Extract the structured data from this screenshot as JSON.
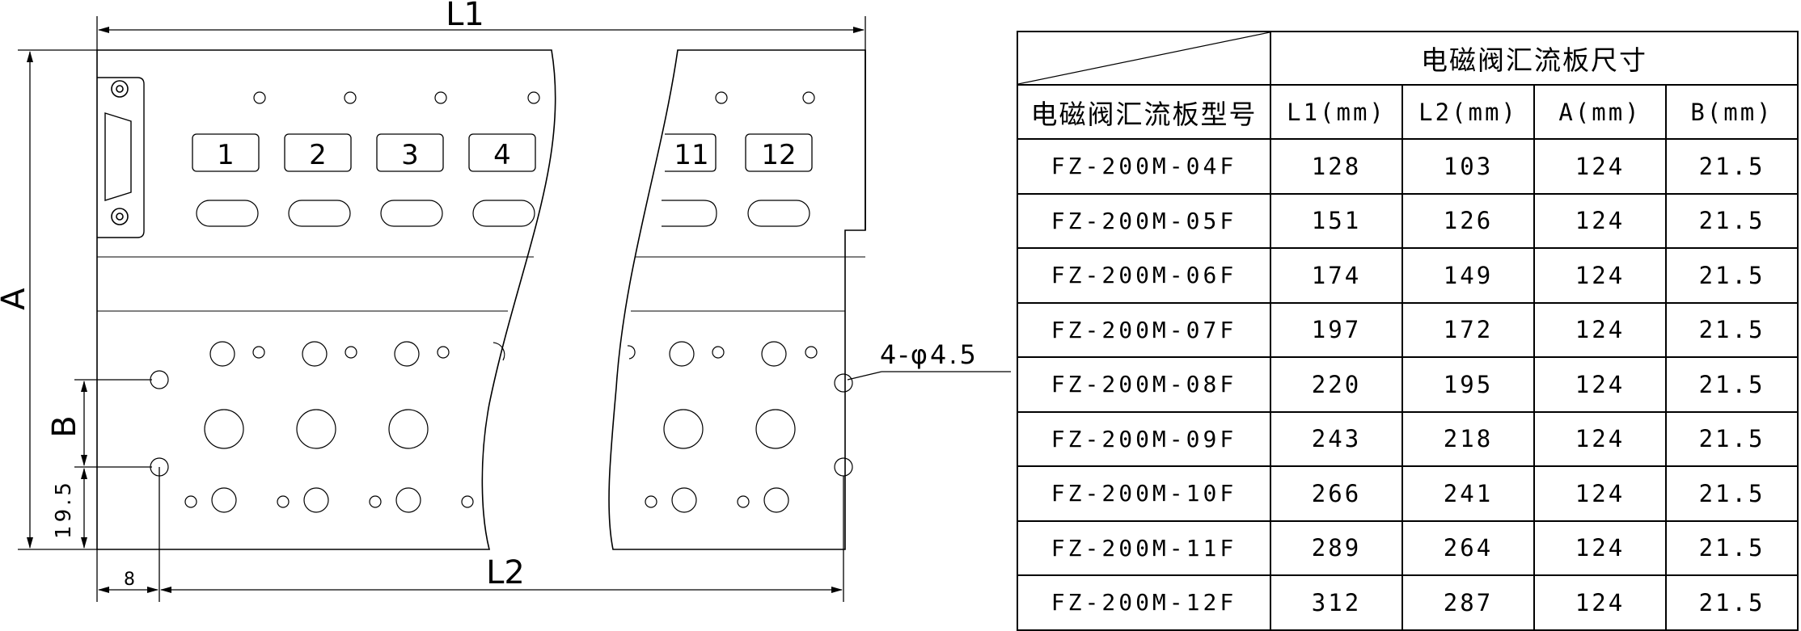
{
  "drawing": {
    "dim_L1": "L1",
    "dim_L2": "L2",
    "dim_A": "A",
    "dim_B": "B",
    "dim_19_5": "19.5",
    "dim_8": "8",
    "hole_note": "4-φ4.5",
    "station_labels": [
      "1",
      "2",
      "3",
      "4",
      "11",
      "12"
    ]
  },
  "table": {
    "title": "电磁阀汇流板尺寸",
    "row_header": "电磁阀汇流板型号",
    "columns": [
      "L1(mm)",
      "L2(mm)",
      "A(mm)",
      "B(mm)"
    ],
    "rows": [
      {
        "model": "FZ-200M-04F",
        "L1": "128",
        "L2": "103",
        "A": "124",
        "B": "21.5"
      },
      {
        "model": "FZ-200M-05F",
        "L1": "151",
        "L2": "126",
        "A": "124",
        "B": "21.5"
      },
      {
        "model": "FZ-200M-06F",
        "L1": "174",
        "L2": "149",
        "A": "124",
        "B": "21.5"
      },
      {
        "model": "FZ-200M-07F",
        "L1": "197",
        "L2": "172",
        "A": "124",
        "B": "21.5"
      },
      {
        "model": "FZ-200M-08F",
        "L1": "220",
        "L2": "195",
        "A": "124",
        "B": "21.5"
      },
      {
        "model": "FZ-200M-09F",
        "L1": "243",
        "L2": "218",
        "A": "124",
        "B": "21.5"
      },
      {
        "model": "FZ-200M-10F",
        "L1": "266",
        "L2": "241",
        "A": "124",
        "B": "21.5"
      },
      {
        "model": "FZ-200M-11F",
        "L1": "289",
        "L2": "264",
        "A": "124",
        "B": "21.5"
      },
      {
        "model": "FZ-200M-12F",
        "L1": "312",
        "L2": "287",
        "A": "124",
        "B": "21.5"
      }
    ]
  }
}
